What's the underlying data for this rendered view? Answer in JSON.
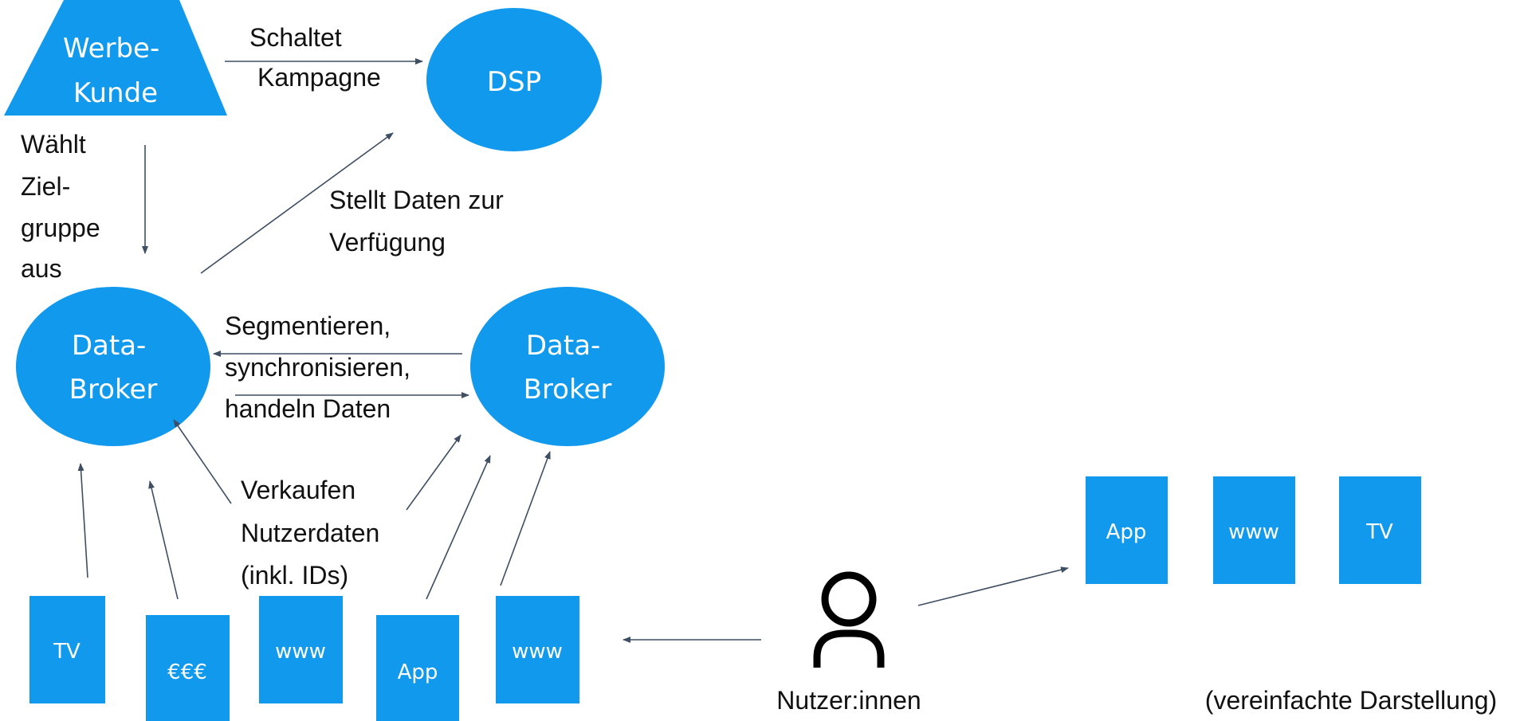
{
  "colors": {
    "shape_fill": "#1199ee",
    "arrow": "#3e4e63",
    "text": "#111111"
  },
  "nodes": {
    "werbekunde": [
      "Werbe-",
      "Kunde"
    ],
    "dsp": "DSP",
    "broker_left": [
      "Data-",
      "Broker"
    ],
    "broker_right": [
      "Data-",
      "Broker"
    ]
  },
  "sources": {
    "tv": "TV",
    "money": "€€€",
    "www1": "www",
    "app": "App",
    "www2": "www"
  },
  "devices": {
    "app": "App",
    "www": "www",
    "tv": "TV"
  },
  "labels": {
    "schaltet": [
      "Schaltet",
      "Kampagne"
    ],
    "waehlt": [
      "Wählt",
      "Ziel-",
      "gruppe",
      "aus"
    ],
    "stellt": [
      "Stellt Daten zur",
      "Verfügung"
    ],
    "segmentieren": [
      "Segmentieren,",
      "synchronisieren,",
      "handeln Daten"
    ],
    "verkaufen": [
      "Verkaufen",
      "Nutzerdaten",
      "(inkl. IDs)"
    ]
  },
  "user": {
    "icon": "person-icon",
    "label": "Nutzer:innen"
  },
  "footnote": "(vereinfachte Darstellung)"
}
